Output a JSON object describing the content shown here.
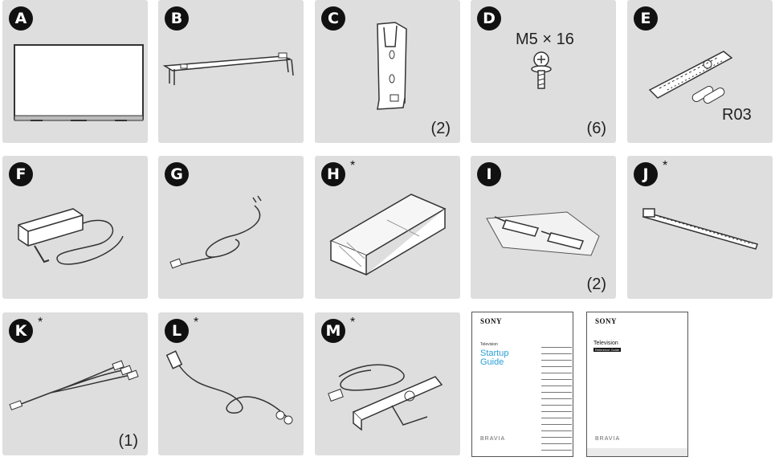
{
  "tiles": [
    {
      "id": "A",
      "letter": "A",
      "qty": "",
      "star": "",
      "label": ""
    },
    {
      "id": "B",
      "letter": "B",
      "qty": "",
      "star": "",
      "label": ""
    },
    {
      "id": "C",
      "letter": "C",
      "qty": "(2)",
      "star": "",
      "label": ""
    },
    {
      "id": "D",
      "letter": "D",
      "qty": "(6)",
      "star": "",
      "label": "M5 × 16"
    },
    {
      "id": "E",
      "letter": "E",
      "qty": "",
      "star": "",
      "label": "R03"
    },
    {
      "id": "F",
      "letter": "F",
      "qty": "",
      "star": "",
      "label": ""
    },
    {
      "id": "G",
      "letter": "G",
      "qty": "",
      "star": "",
      "label": ""
    },
    {
      "id": "H",
      "letter": "H",
      "qty": "",
      "star": "*",
      "label": ""
    },
    {
      "id": "I",
      "letter": "I",
      "qty": "(2)",
      "star": "",
      "label": ""
    },
    {
      "id": "J",
      "letter": "J",
      "qty": "",
      "star": "*",
      "label": ""
    },
    {
      "id": "K",
      "letter": "K",
      "qty": "(1)",
      "star": "*",
      "label": ""
    },
    {
      "id": "L",
      "letter": "L",
      "qty": "",
      "star": "*",
      "label": ""
    },
    {
      "id": "M",
      "letter": "M",
      "qty": "",
      "star": "*",
      "label": ""
    }
  ],
  "startup_guide": {
    "brand": "SONY",
    "category": "Television",
    "title_line1": "Startup",
    "title_line2": "Guide",
    "product_line": "BRAVIA"
  },
  "reference_guide": {
    "brand": "SONY",
    "category": "Television",
    "badge": "Reference Guide",
    "product_line": "BRAVIA"
  },
  "colors": {
    "tile_bg": "#dedede",
    "badge_bg": "#111111",
    "guide_accent": "#2aa0d8"
  }
}
